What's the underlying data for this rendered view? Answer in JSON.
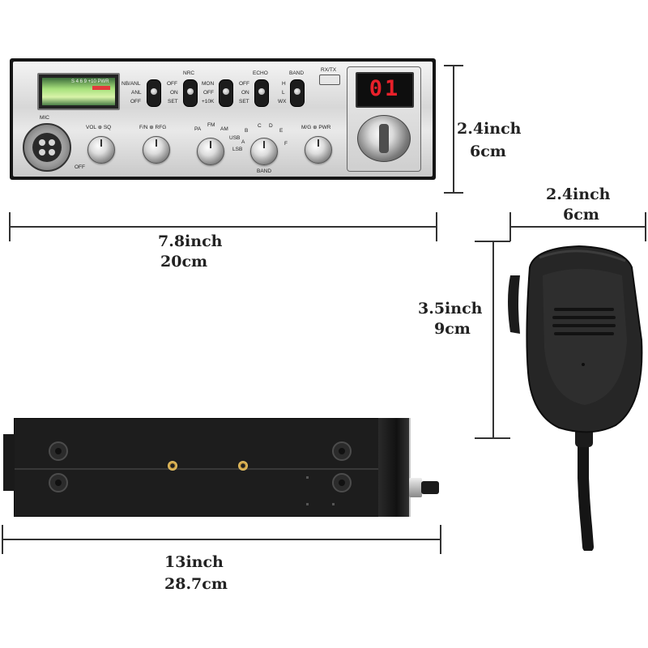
{
  "front_panel": {
    "display": {
      "channel": "01",
      "meter_text": "S 4 6 9 +10 PWR",
      "display_color": "#e8202a"
    },
    "labels": {
      "mic": "MIC",
      "nb_anl": "NB/ANL",
      "anl": "ANL",
      "off_1": "OFF",
      "nrc": "NRC",
      "off_2": "OFF",
      "on_1": "ON",
      "set_1": "SET",
      "mon": "MON",
      "off_3": "OFF",
      "plus10k": "+10K",
      "echo": "ECHO",
      "off_4": "OFF",
      "on_2": "ON",
      "set_2": "SET",
      "band": "BAND",
      "h": "H",
      "l": "L",
      "wx": "WX",
      "rxtx": "RX/TX",
      "vol_sq": "VOL ⊕ SQ",
      "off_5": "OFF",
      "fin_rfg": "F/N ⊕ RFG",
      "pa": "PA",
      "fm": "FM",
      "am": "AM",
      "usb": "USB",
      "lsb": "LSB",
      "band_a": "A",
      "band_b": "B",
      "band_c": "C",
      "band_d": "D",
      "band_e": "E",
      "band_f": "F",
      "band_bottom": "BAND",
      "mg_pwr": "M/G ⊕ PWR"
    }
  },
  "dimensions": {
    "radio_height": {
      "imperial": "2.4inch",
      "metric": "6cm"
    },
    "radio_width": {
      "imperial": "7.8inch",
      "metric": "20cm"
    },
    "mic_width": {
      "imperial": "2.4inch",
      "metric": "6cm"
    },
    "mic_height": {
      "imperial": "3.5inch",
      "metric": "9cm"
    },
    "radio_depth": {
      "imperial": "13inch",
      "metric": "28.7cm"
    }
  }
}
